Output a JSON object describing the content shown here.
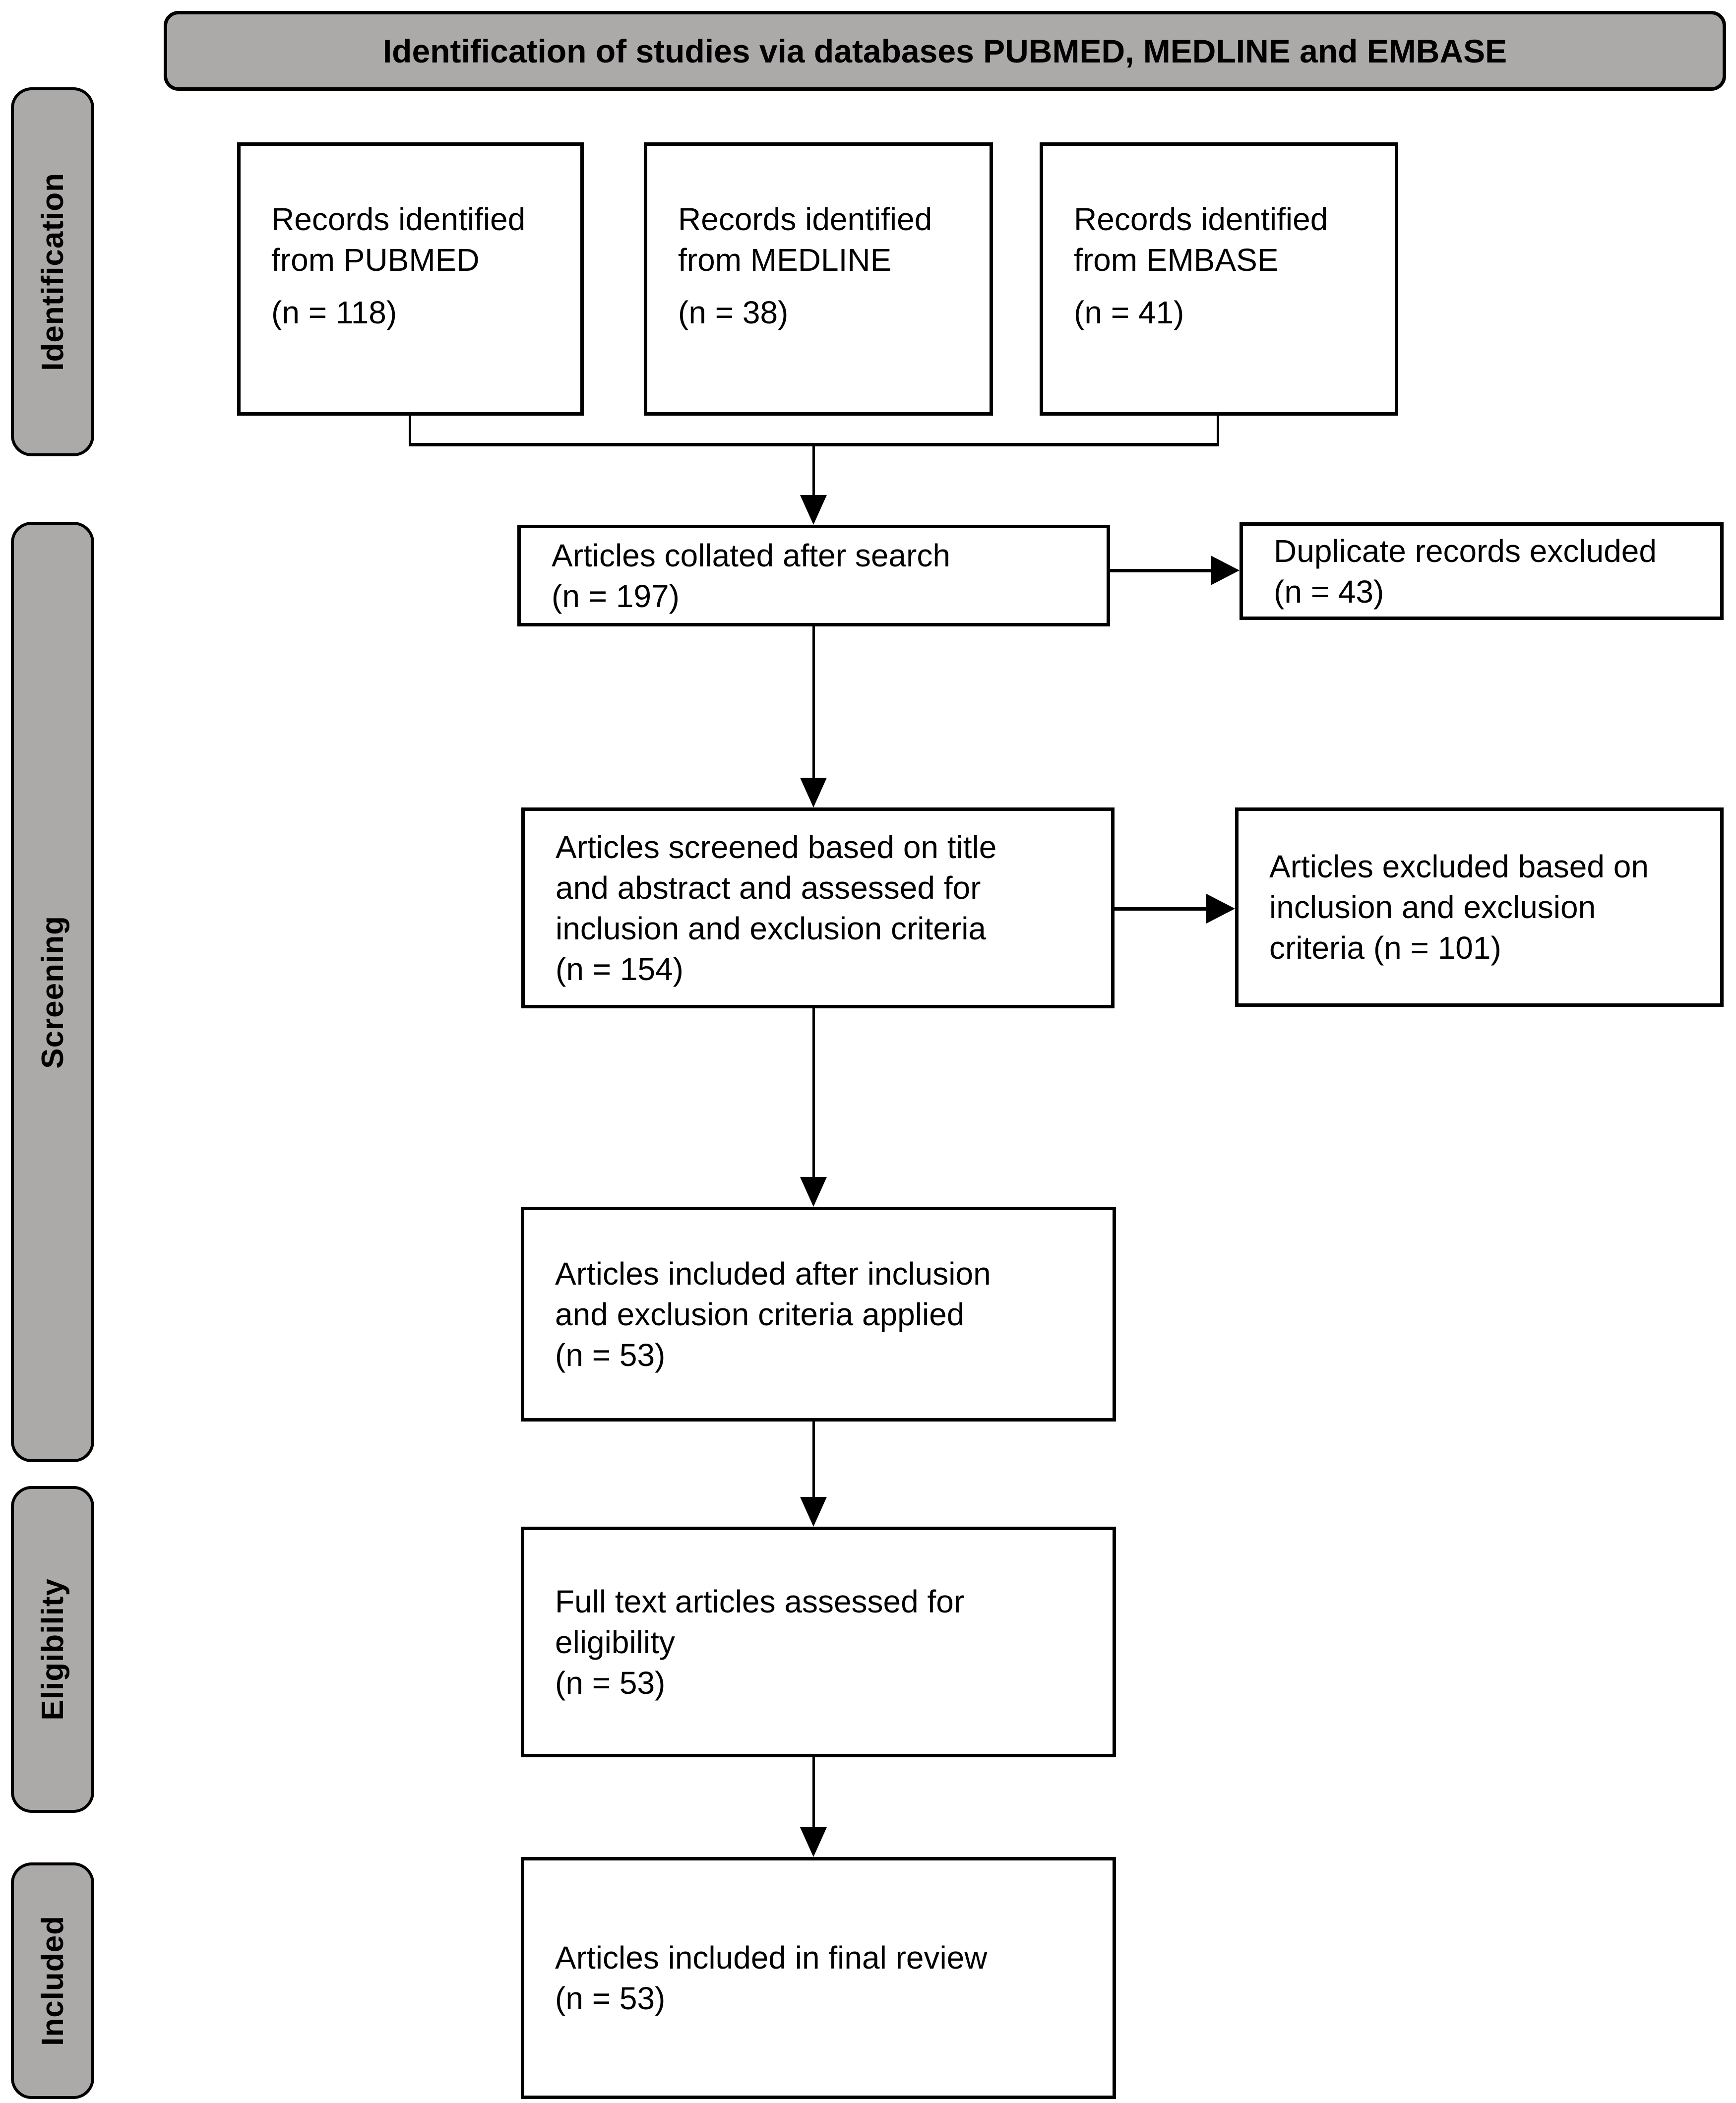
{
  "title": "Identification of studies via databases PUBMED, MEDLINE and EMBASE",
  "stages": [
    {
      "label": "Identification"
    },
    {
      "label": "Screening"
    },
    {
      "label": "Eligibility"
    },
    {
      "label": "Included"
    }
  ],
  "boxes": {
    "pubmed": {
      "lines": [
        "Records identified",
        "from PUBMED"
      ],
      "count": "(n = 118)"
    },
    "medline": {
      "lines": [
        "Records identified",
        "from MEDLINE"
      ],
      "count": "(n = 38)"
    },
    "embase": {
      "lines": [
        "Records identified",
        "from EMBASE"
      ],
      "count": "(n = 41)"
    },
    "collated": {
      "lines": [
        "Articles collated after search"
      ],
      "count": "(n = 197)"
    },
    "duplicates": {
      "lines": [
        "Duplicate records excluded"
      ],
      "count": "(n = 43)"
    },
    "screened": {
      "lines": [
        "Articles screened based on title",
        "and abstract and assessed for",
        "inclusion and exclusion criteria"
      ],
      "count": "(n = 154)"
    },
    "excluded": {
      "lines": [
        "Articles excluded based on",
        "inclusion and exclusion",
        "criteria (n = 101)"
      ]
    },
    "included_after_criteria": {
      "lines": [
        "Articles included after inclusion",
        "and exclusion criteria applied"
      ],
      "count": "(n = 53)"
    },
    "full_text": {
      "lines": [
        "Full text articles assessed for",
        "eligibility"
      ],
      "count": "(n = 53)"
    },
    "final_review": {
      "lines": [
        "Articles included in final review"
      ],
      "count": "(n = 53)"
    }
  },
  "colors": {
    "stage_fill": "#ACA9A9",
    "box_fill": "#FFFFFF",
    "line": "#000000"
  }
}
